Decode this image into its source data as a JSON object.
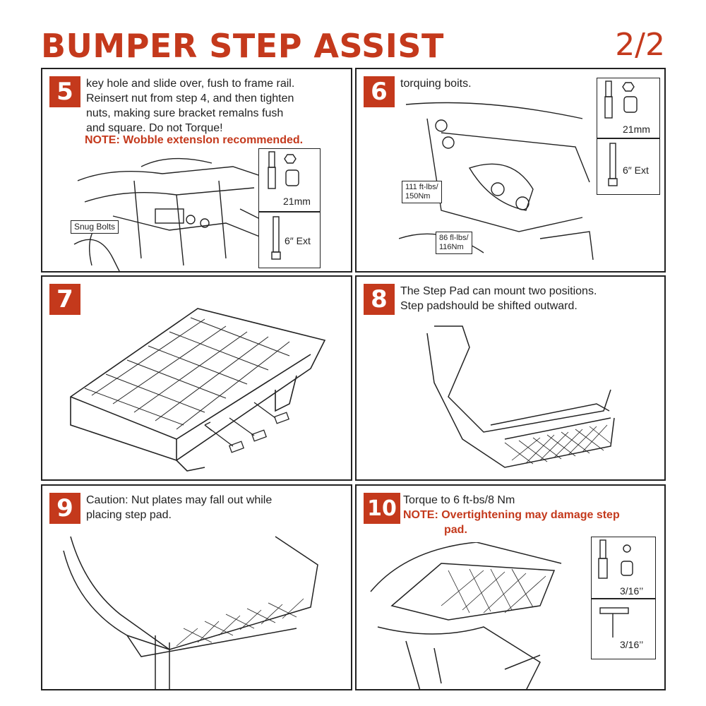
{
  "header": {
    "title": "BUMPER STEP ASSIST",
    "page": "2/2"
  },
  "steps": {
    "s5": {
      "number": "5",
      "lines": [
        "key hole and slide over, fush to frame rail.",
        "Reinsert nut from step 4, and then tighten",
        "nuts, making sure bracket remalns fush",
        "and square. Do not Torque!"
      ],
      "note": "NOTE: Wobble extenslon recommended.",
      "callout": "Snug Bolts",
      "tools": [
        "21mm",
        "6″ Ext"
      ]
    },
    "s6": {
      "number": "6",
      "lines": [
        "torquing boits."
      ],
      "callouts": [
        "111 ft-lbs/\n150Nm",
        "86 fl-lbs/\n116Nm"
      ],
      "tools": [
        "21mm",
        "6″ Ext"
      ]
    },
    "s7": {
      "number": "7"
    },
    "s8": {
      "number": "8",
      "lines": [
        "The Step Pad can mount two positions.",
        "Step padshould be shifted outward."
      ]
    },
    "s9": {
      "number": "9",
      "lines": [
        "Caution: Nut plates may fall out while",
        "placing step pad."
      ]
    },
    "s10": {
      "number": "10",
      "lines": [
        "Torque to 6 ft-bs/8 Nm"
      ],
      "note": "NOTE: Overtightening may damage step",
      "note_cont": "pad.",
      "tools": [
        "3/16’’",
        "3/16’’"
      ]
    }
  },
  "colors": {
    "accent": "#c4391c",
    "line": "#222222"
  }
}
